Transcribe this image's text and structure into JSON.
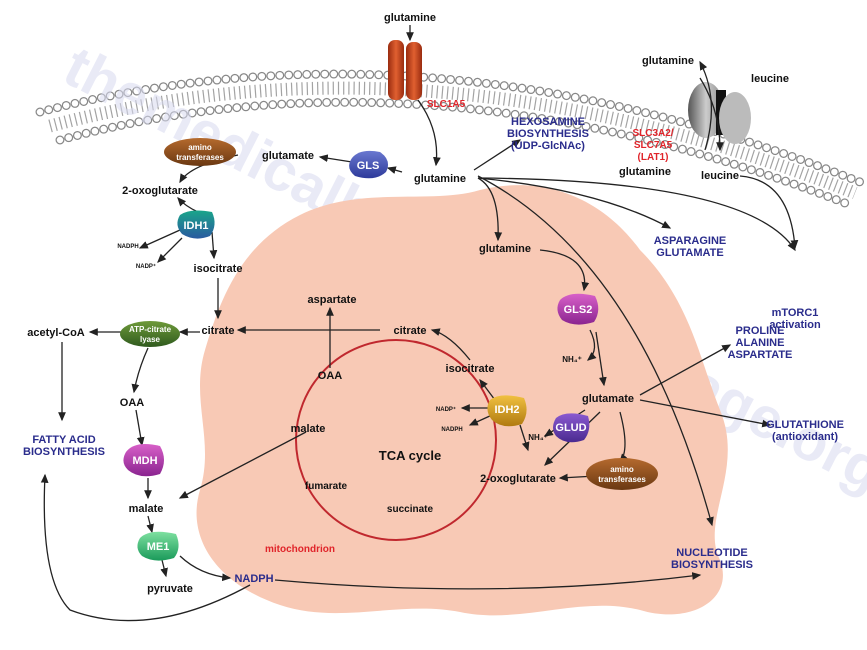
{
  "watermark": "themedicalbiochemistrypage.org",
  "membrane": {
    "slc1a5": {
      "glutamine_out": "glutamine",
      "name": "SLC1A5",
      "glutamine_in": "glutamine"
    },
    "lat1": {
      "glutamine_out": "glutamine",
      "leucine_out": "leucine",
      "name": [
        "SLC3A2/",
        "SLC7A5",
        "(LAT1)"
      ],
      "glutamine_in": "glutamine",
      "leucine_in": "leucine"
    }
  },
  "cytosol": {
    "hexosamine": [
      "HEXOSAMINE",
      "BIOSYNTHESIS",
      "(UDP-GlcNAc)"
    ],
    "gls": "GLS",
    "glutamate": "glutamate",
    "aminotransferases": [
      "amino",
      "transferases"
    ],
    "oxoglutarate": "2-oxoglutarate",
    "idh1": "IDH1",
    "nadph": "NADPH",
    "nadp": "NADP⁺",
    "isocitrate": "isocitrate",
    "citrate": "citrate",
    "acl": [
      "ATP-citrate",
      "lyase"
    ],
    "acetylcoa": "acetyl-CoA",
    "oaa": "OAA",
    "mdh": "MDH",
    "malate": "malate",
    "me1": "ME1",
    "pyruvate": "pyruvate",
    "nadph2": "NADPH",
    "fatty_acid": [
      "FATTY ACID",
      "BIOSYNTHESIS"
    ],
    "asparagine": [
      "ASPARAGINE",
      "GLUTAMATE"
    ],
    "mtorc1": [
      "mTORC1",
      "activation"
    ],
    "proline": [
      "PROLINE",
      "ALANINE",
      "ASPARTATE"
    ],
    "glutathione": [
      "GLUTATHIONE",
      "(antioxidant)"
    ],
    "nucleotide": [
      "NUCLEOTIDE",
      "BIOSYNTHESIS"
    ]
  },
  "mitochondrion": {
    "label": "mitochondrion",
    "glutamine": "glutamine",
    "gls2": "GLS2",
    "nh4": "NH₄⁺",
    "glutamate": "glutamate",
    "glud": "GLUD",
    "nh4b": "NH₄⁺",
    "aminotransferases": [
      "amino",
      "transferases"
    ],
    "oxoglutarate": "2-oxoglutarate",
    "idh2": "IDH2",
    "nadp": "NADP⁺",
    "nadph": "NADPH",
    "isocitrate": "isocitrate",
    "citrate": "citrate",
    "aspartate": "aspartate",
    "oaa": "OAA",
    "malate": "malate",
    "tca": "TCA cycle",
    "fumarate": "fumarate",
    "succinate": "succinate"
  },
  "colors": {
    "tca_ring": "#c0282e",
    "mito": "#f8c9b5",
    "label_blue": "#2a2c8c",
    "label_red": "#e0242a"
  }
}
